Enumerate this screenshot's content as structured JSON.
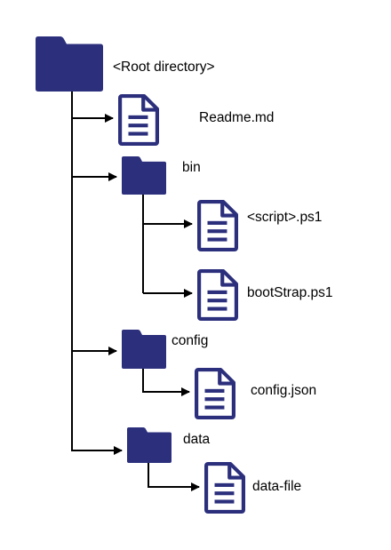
{
  "diagram": {
    "root": {
      "label": "<Root directory>",
      "icon": "folder-icon"
    },
    "entries": [
      {
        "label": "Readme.md",
        "icon": "file-icon"
      },
      {
        "label": "bin",
        "icon": "folder-icon"
      },
      {
        "label": "<script>.ps1",
        "icon": "file-icon"
      },
      {
        "label": "bootStrap.ps1",
        "icon": "file-icon"
      },
      {
        "label": "config",
        "icon": "folder-icon"
      },
      {
        "label": "config.json",
        "icon": "file-icon"
      },
      {
        "label": "data",
        "icon": "folder-icon"
      },
      {
        "label": "data-file",
        "icon": "file-icon"
      }
    ]
  },
  "colors": {
    "icon_fill": "#2b2f7c",
    "file_fill": "#ffffff",
    "line": "#000000"
  }
}
